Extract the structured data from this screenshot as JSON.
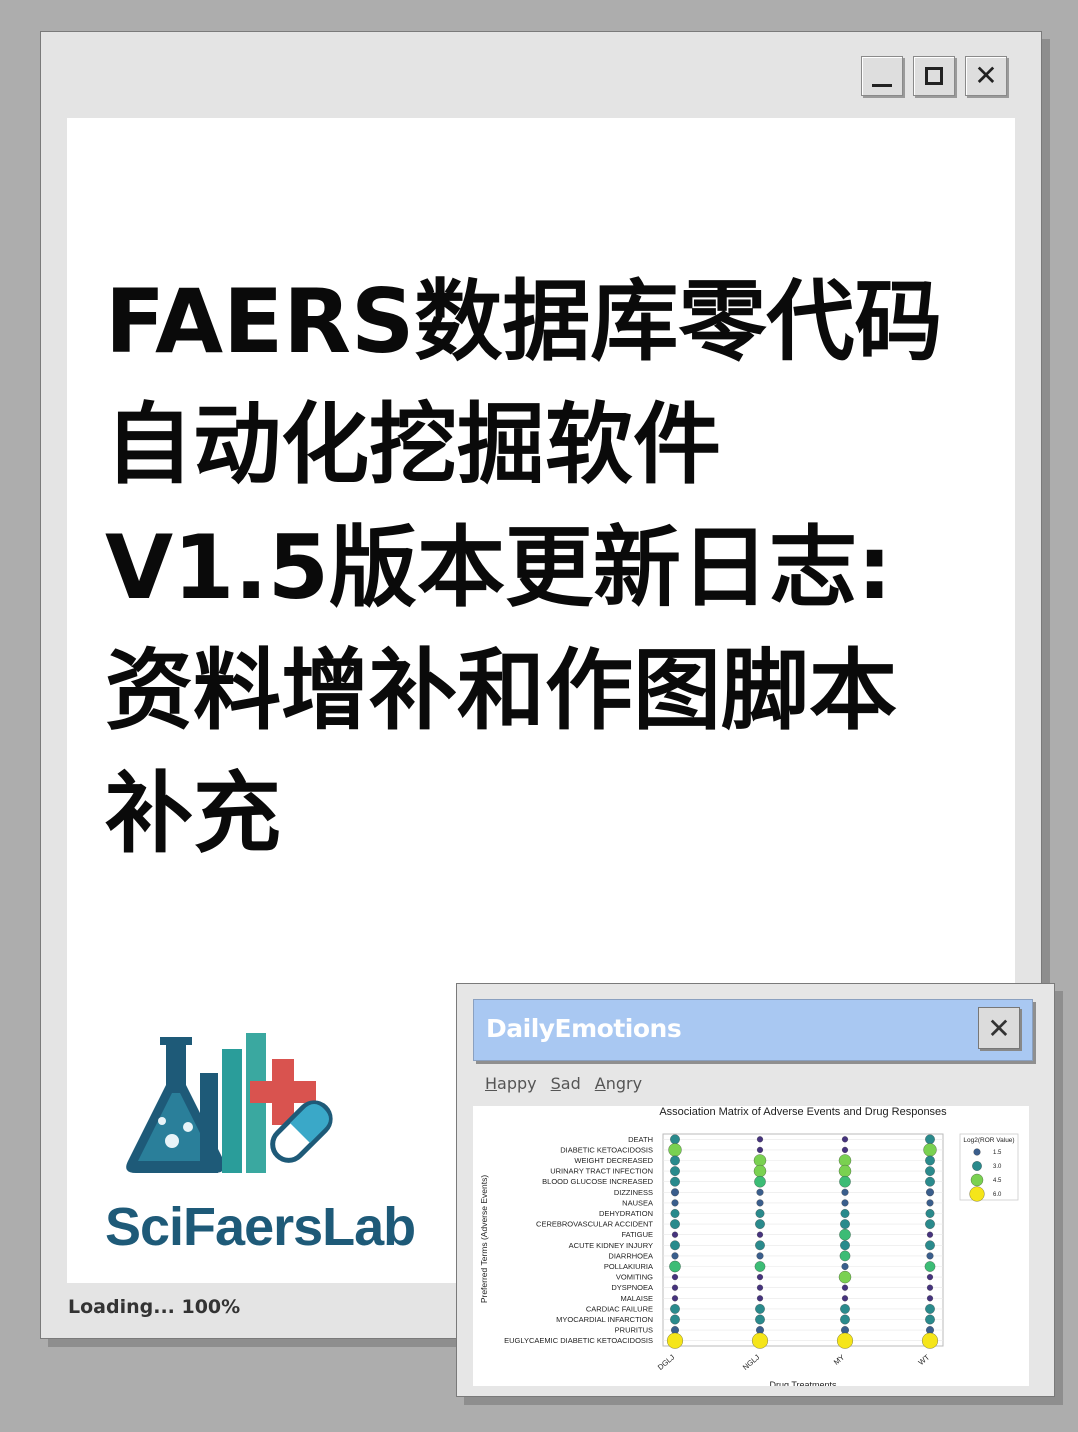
{
  "window": {
    "controls": {
      "minimize": "_",
      "maximize": "□",
      "close": "✕"
    }
  },
  "headline": {
    "lines": [
      "FAERS数据库零代码",
      "自动化挖掘软件",
      "V1.5版本更新日志:",
      "资料增补和作图脚本",
      "补充"
    ]
  },
  "brand": {
    "name": "SciFaersLab",
    "logo_icon": "flask-chart-pill-icon"
  },
  "status": {
    "loading": "Loading... 100%"
  },
  "popup": {
    "title": "DailyEmotions",
    "close": "✕",
    "menu": [
      "Happy",
      "Sad",
      "Angry"
    ]
  },
  "colors": {
    "logo_blue": "#1e5a78",
    "logo_teal": "#2a9d9a",
    "logo_red": "#d9534f",
    "popup_titlebar": "#a9c8f2"
  },
  "chart_data": {
    "type": "scatter",
    "title": "Association Matrix of Adverse Events and Drug Responses",
    "xlabel": "Drug Treatments",
    "ylabel": "Preferred Terms (Adverse Events)",
    "categories": [
      "DGLJ",
      "NGLJ",
      "MY",
      "WT"
    ],
    "rows": [
      "DEATH",
      "DIABETIC KETOACIDOSIS",
      "WEIGHT DECREASED",
      "URINARY TRACT INFECTION",
      "BLOOD GLUCOSE INCREASED",
      "DIZZINESS",
      "NAUSEA",
      "DEHYDRATION",
      "CEREBROVASCULAR ACCIDENT",
      "FATIGUE",
      "ACUTE KIDNEY INJURY",
      "DIARRHOEA",
      "POLLAKIURIA",
      "VOMITING",
      "DYSPNOEA",
      "MALAISE",
      "CARDIAC FAILURE",
      "MYOCARDIAL INFARCTION",
      "PRURITUS",
      "EUGLYCAEMIC DIABETIC KETOACIDOSIS"
    ],
    "values": [
      [
        3.0,
        1.0,
        1.0,
        3.0
      ],
      [
        5.0,
        1.0,
        1.0,
        5.0
      ],
      [
        3.0,
        4.5,
        4.5,
        3.0
      ],
      [
        3.0,
        4.5,
        4.5,
        3.0
      ],
      [
        3.0,
        4.0,
        4.0,
        3.0
      ],
      [
        2.0,
        1.5,
        1.5,
        2.0
      ],
      [
        1.5,
        1.5,
        1.5,
        1.5
      ],
      [
        2.5,
        2.5,
        2.5,
        2.5
      ],
      [
        3.0,
        3.0,
        3.0,
        3.0
      ],
      [
        1.0,
        1.0,
        4.0,
        1.0
      ],
      [
        3.0,
        3.0,
        3.0,
        3.0
      ],
      [
        1.5,
        1.5,
        3.5,
        1.5
      ],
      [
        4.0,
        3.5,
        1.5,
        3.5
      ],
      [
        1.0,
        1.0,
        4.5,
        1.0
      ],
      [
        1.0,
        1.0,
        1.0,
        1.0
      ],
      [
        1.0,
        1.0,
        1.0,
        1.0
      ],
      [
        3.0,
        3.0,
        3.0,
        3.0
      ],
      [
        3.0,
        3.0,
        3.0,
        3.0
      ],
      [
        2.0,
        2.0,
        2.0,
        2.0
      ],
      [
        6.5,
        6.5,
        6.5,
        6.5
      ]
    ],
    "legend": {
      "title": "Log2(ROR Value)",
      "levels": [
        1.5,
        3.0,
        4.5,
        6.0
      ],
      "labels": [
        "1.5",
        "3.0",
        "4.5",
        "6.0"
      ],
      "placement": "right"
    },
    "grid": true
  }
}
